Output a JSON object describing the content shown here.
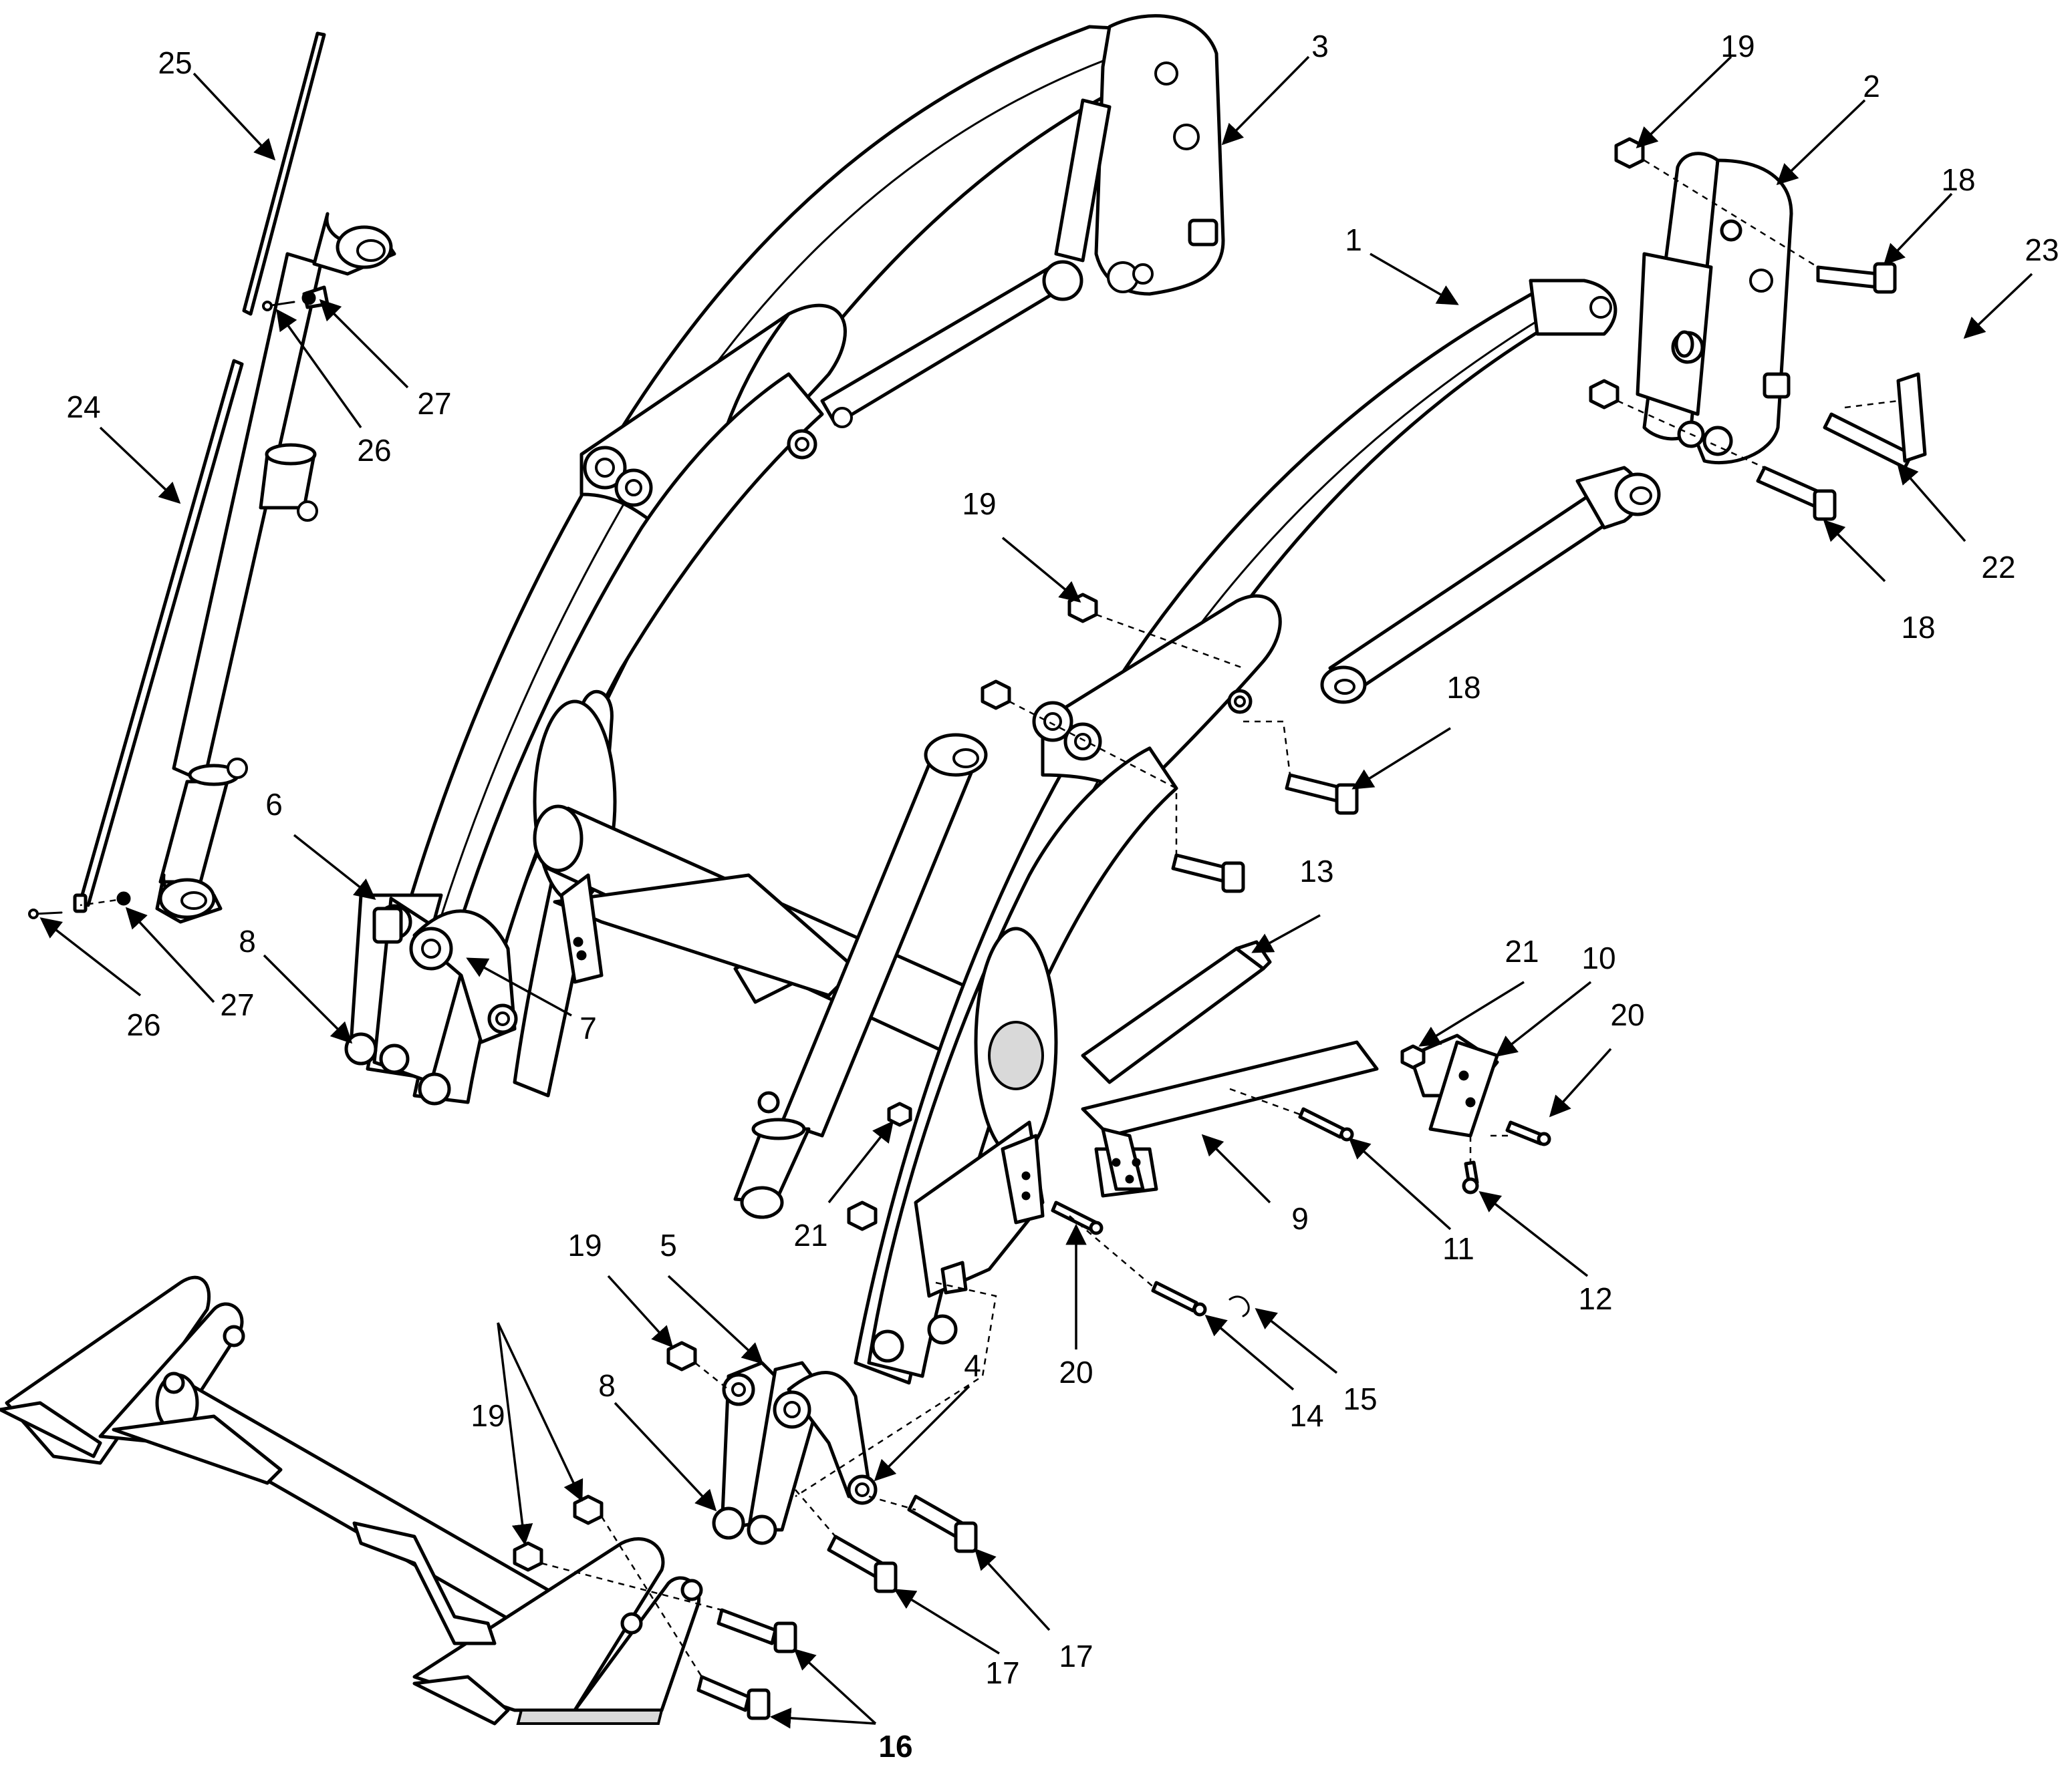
{
  "diagram": {
    "type": "exploded-parts-view",
    "callouts": [
      {
        "label": "25"
      },
      {
        "label": "24"
      },
      {
        "label": "27"
      },
      {
        "label": "26"
      },
      {
        "label": "6"
      },
      {
        "label": "8"
      },
      {
        "label": "26"
      },
      {
        "label": "27"
      },
      {
        "label": "7"
      },
      {
        "label": "3"
      },
      {
        "label": "19"
      },
      {
        "label": "2"
      },
      {
        "label": "18"
      },
      {
        "label": "23"
      },
      {
        "label": "1"
      },
      {
        "label": "22"
      },
      {
        "label": "18"
      },
      {
        "label": "19"
      },
      {
        "label": "18"
      },
      {
        "label": "13"
      },
      {
        "label": "21"
      },
      {
        "label": "10"
      },
      {
        "label": "20"
      },
      {
        "label": "21"
      },
      {
        "label": "9"
      },
      {
        "label": "11"
      },
      {
        "label": "12"
      },
      {
        "label": "20"
      },
      {
        "label": "19"
      },
      {
        "label": "5"
      },
      {
        "label": "4"
      },
      {
        "label": "8"
      },
      {
        "label": "14"
      },
      {
        "label": "15"
      },
      {
        "label": "19"
      },
      {
        "label": "17"
      },
      {
        "label": "17"
      },
      {
        "label": "16"
      }
    ]
  }
}
